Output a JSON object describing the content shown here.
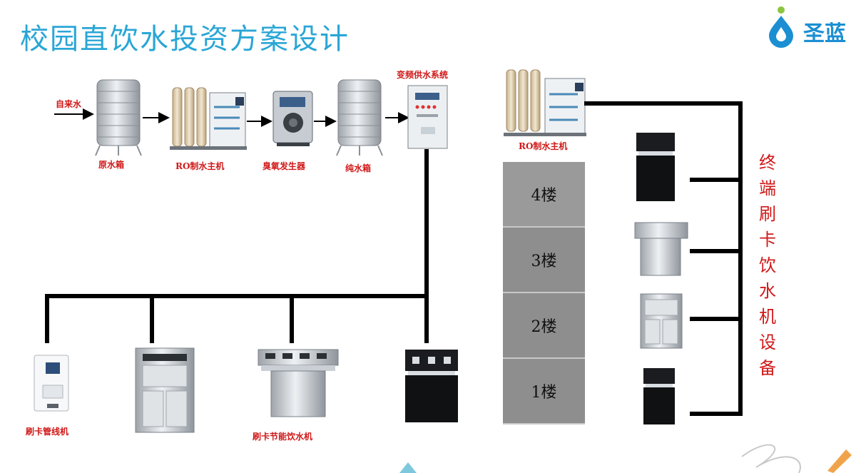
{
  "header": {
    "title": "校园直饮水投资方案设计"
  },
  "brand": {
    "name": "圣蓝",
    "icon": "drop-icon"
  },
  "process": {
    "input_label": "自来水",
    "steps": [
      "原水箱",
      "RO制水主机",
      "臭氧发生器",
      "纯水箱",
      "变频供水系统"
    ]
  },
  "secondary_host": {
    "label": "RO制水主机"
  },
  "building": {
    "floors": [
      "4楼",
      "3楼",
      "2楼",
      "1楼"
    ]
  },
  "bottom_devices": {
    "labels": [
      "刷卡管线机",
      "刷卡节能饮水机"
    ]
  },
  "terminal_label": [
    "终",
    "端",
    "刷",
    "卡",
    "饮",
    "水",
    "机",
    "设",
    "备"
  ],
  "colors": {
    "title": "#2aa6d6",
    "label": "#d01818",
    "pipe": "#000000",
    "building": "#8e8e8e"
  }
}
